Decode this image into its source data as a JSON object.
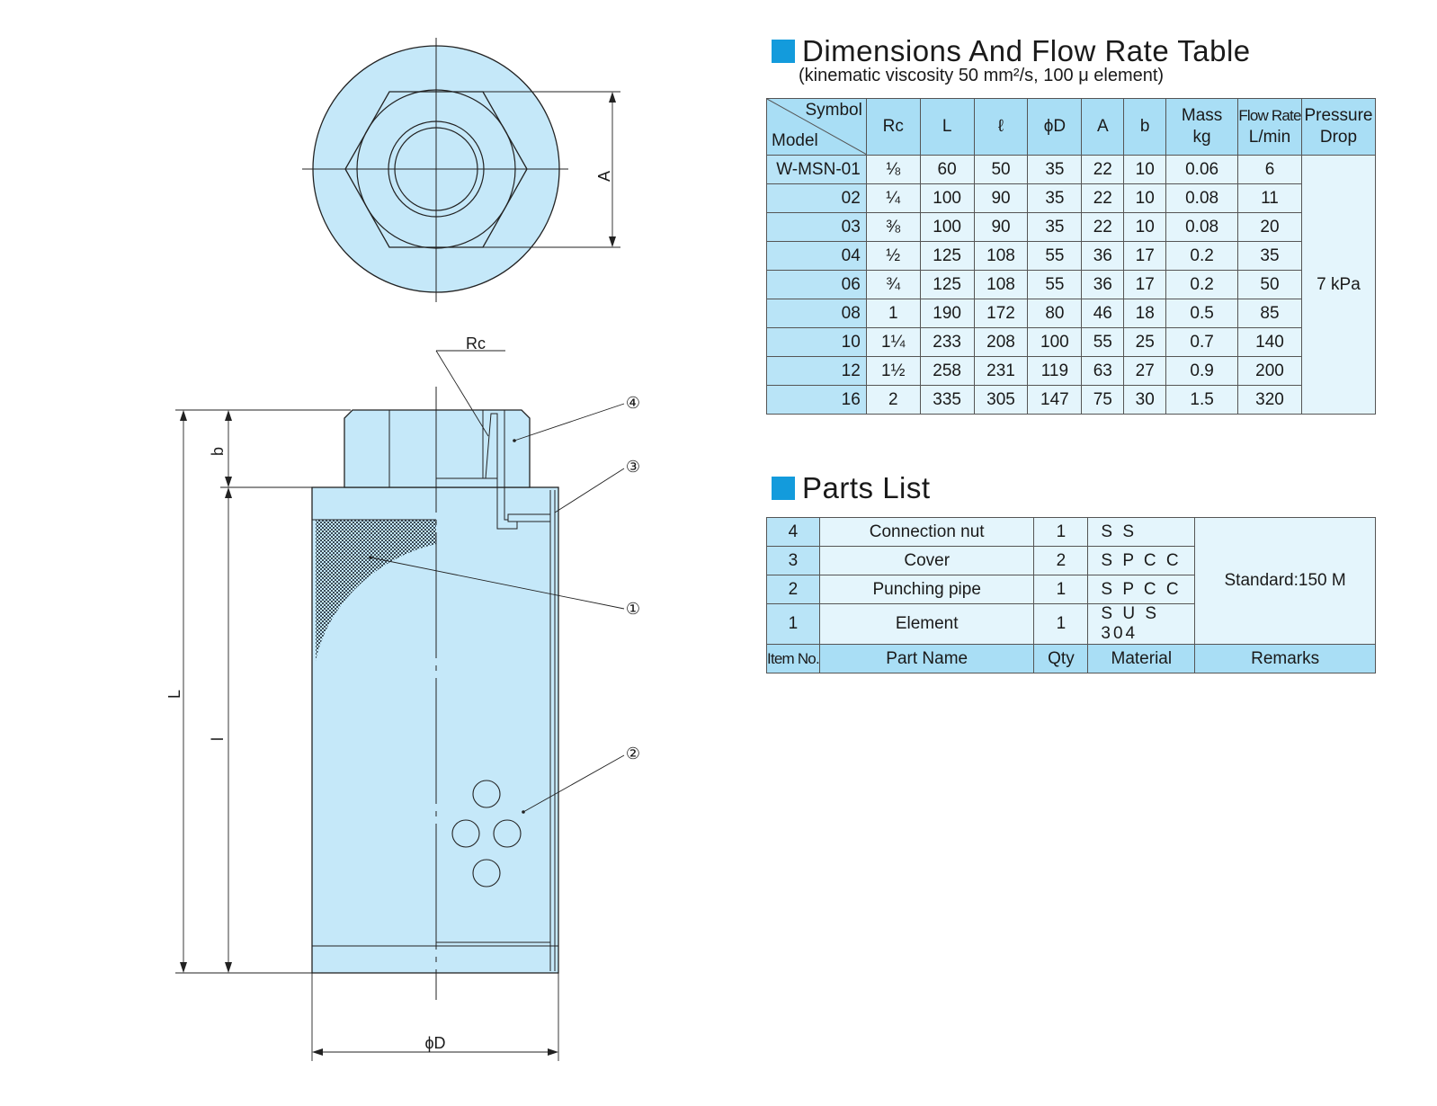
{
  "drawing": {
    "labels": {
      "A": "A",
      "Rc": "Rc",
      "b": "b",
      "L": "L",
      "l": "l",
      "phiD": "ϕD",
      "callout_1": "①",
      "callout_2": "②",
      "callout_3": "③",
      "callout_4": "④"
    },
    "colors": {
      "body": "#c5e8f9",
      "line": "#222222",
      "mesh": "#3a4a55"
    }
  },
  "dimensions": {
    "title": "Dimensions And Flow Rate Table",
    "subtitle": "(kinematic viscosity 50 mm²/s, 100 μ element)",
    "header": {
      "symbol": "Symbol",
      "model": "Model",
      "rc": "Rc",
      "L": "L",
      "l": "ℓ",
      "phiD": "ϕD",
      "A": "A",
      "b": "b",
      "mass_1": "Mass",
      "mass_2": "kg",
      "flow_1": "Flow Rate",
      "flow_2": "L/min",
      "pd_1": "Pressure",
      "pd_2": "Drop"
    },
    "rows": [
      [
        "W-MSN-01",
        "⅛",
        "60",
        "50",
        "35",
        "22",
        "10",
        "0.06",
        "6"
      ],
      [
        "02",
        "¼",
        "100",
        "90",
        "35",
        "22",
        "10",
        "0.08",
        "11"
      ],
      [
        "03",
        "⅜",
        "100",
        "90",
        "35",
        "22",
        "10",
        "0.08",
        "20"
      ],
      [
        "04",
        "½",
        "125",
        "108",
        "55",
        "36",
        "17",
        "0.2",
        "35"
      ],
      [
        "06",
        "¾",
        "125",
        "108",
        "55",
        "36",
        "17",
        "0.2",
        "50"
      ],
      [
        "08",
        "1",
        "190",
        "172",
        "80",
        "46",
        "18",
        "0.5",
        "85"
      ],
      [
        "10",
        "1¼",
        "233",
        "208",
        "100",
        "55",
        "25",
        "0.7",
        "140"
      ],
      [
        "12",
        "1½",
        "258",
        "231",
        "119",
        "63",
        "27",
        "0.9",
        "200"
      ],
      [
        "16",
        "2",
        "335",
        "305",
        "147",
        "75",
        "30",
        "1.5",
        "320"
      ]
    ],
    "pressure_drop": "7 kPa"
  },
  "parts": {
    "title": "Parts List",
    "rows": [
      [
        "4",
        "Connection nut",
        "1",
        "S S"
      ],
      [
        "3",
        "Cover",
        "2",
        "S P C C"
      ],
      [
        "2",
        "Punching pipe",
        "1",
        "S P C C"
      ],
      [
        "1",
        "Element",
        "1",
        "S U S 304"
      ]
    ],
    "remarks_value": "Standard:150 M",
    "header": {
      "item_no": "Item No.",
      "part_name": "Part Name",
      "qty": "Qty",
      "material": "Material",
      "remarks": "Remarks"
    }
  },
  "brand_color": "#139bdc"
}
